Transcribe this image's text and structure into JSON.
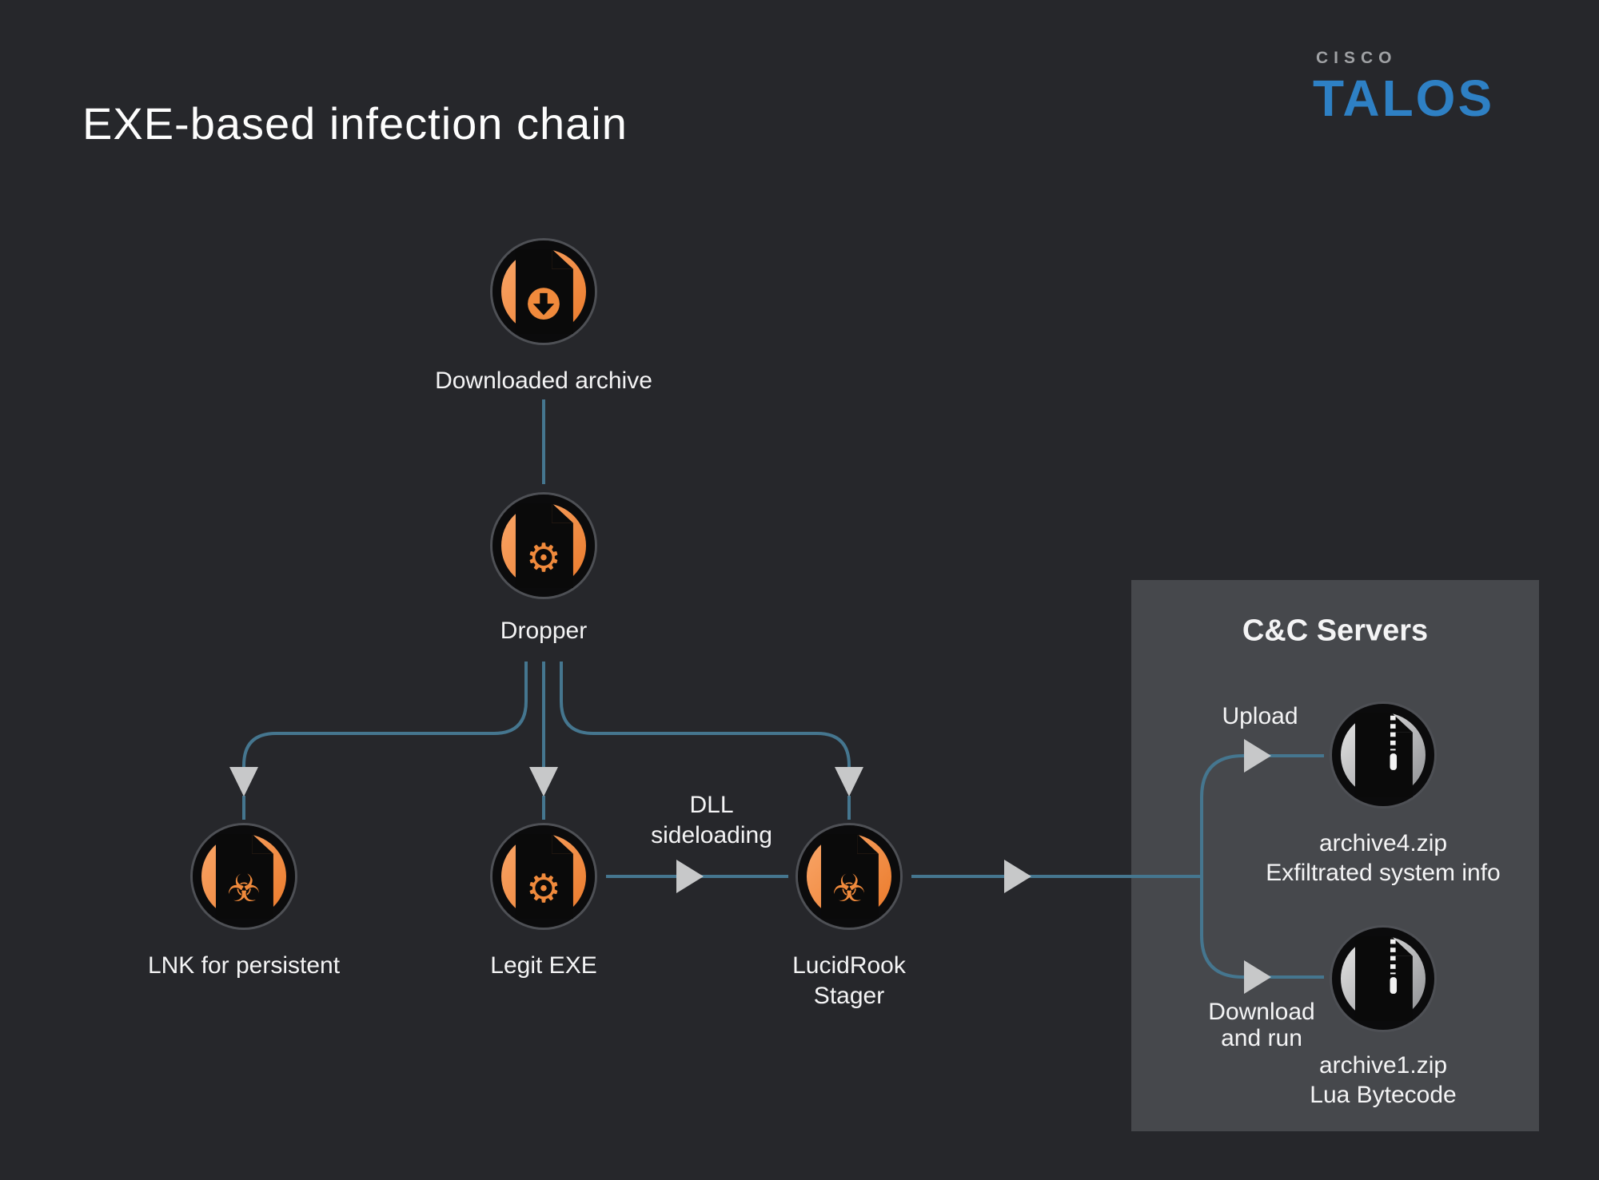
{
  "title": "EXE-based infection chain",
  "logo": {
    "brand": "cisco",
    "product": "TaLOS"
  },
  "colors": {
    "background": "#26272b",
    "panel": "#46484c",
    "connector_line": "#45768f",
    "arrowhead": "#c7c8c9",
    "node_orange_light": "#f8a263",
    "node_orange_dark": "#ec7e30",
    "node_silver_light": "#dedede",
    "node_silver_dark": "#96979a",
    "talos_blue": "#2e80c4",
    "text": "#f4f4f5"
  },
  "nodes": {
    "downloaded_archive": {
      "label": "Downloaded archive",
      "icon": "file-download-icon"
    },
    "dropper": {
      "label": "Dropper",
      "icon": "file-gear-icon"
    },
    "lnk": {
      "label": "LNK for persistent",
      "icon": "file-biohazard-icon"
    },
    "legit_exe": {
      "label": "Legit EXE",
      "icon": "file-gear-icon"
    },
    "lucidrook": {
      "label_line1": "LucidRook",
      "label_line2": "Stager",
      "icon": "file-biohazard-icon"
    }
  },
  "edge_labels": {
    "dll_line1": "DLL",
    "dll_line2": "sideloading",
    "upload": "Upload",
    "download_line1": "Download",
    "download_line2": "and run"
  },
  "cnc": {
    "title": "C&C Servers",
    "archive4": {
      "line1": "archive4.zip",
      "line2": "Exfiltrated system info",
      "icon": "zip-file-icon"
    },
    "archive1": {
      "line1": "archive1.zip",
      "line2": "Lua Bytecode",
      "icon": "zip-file-icon"
    }
  }
}
